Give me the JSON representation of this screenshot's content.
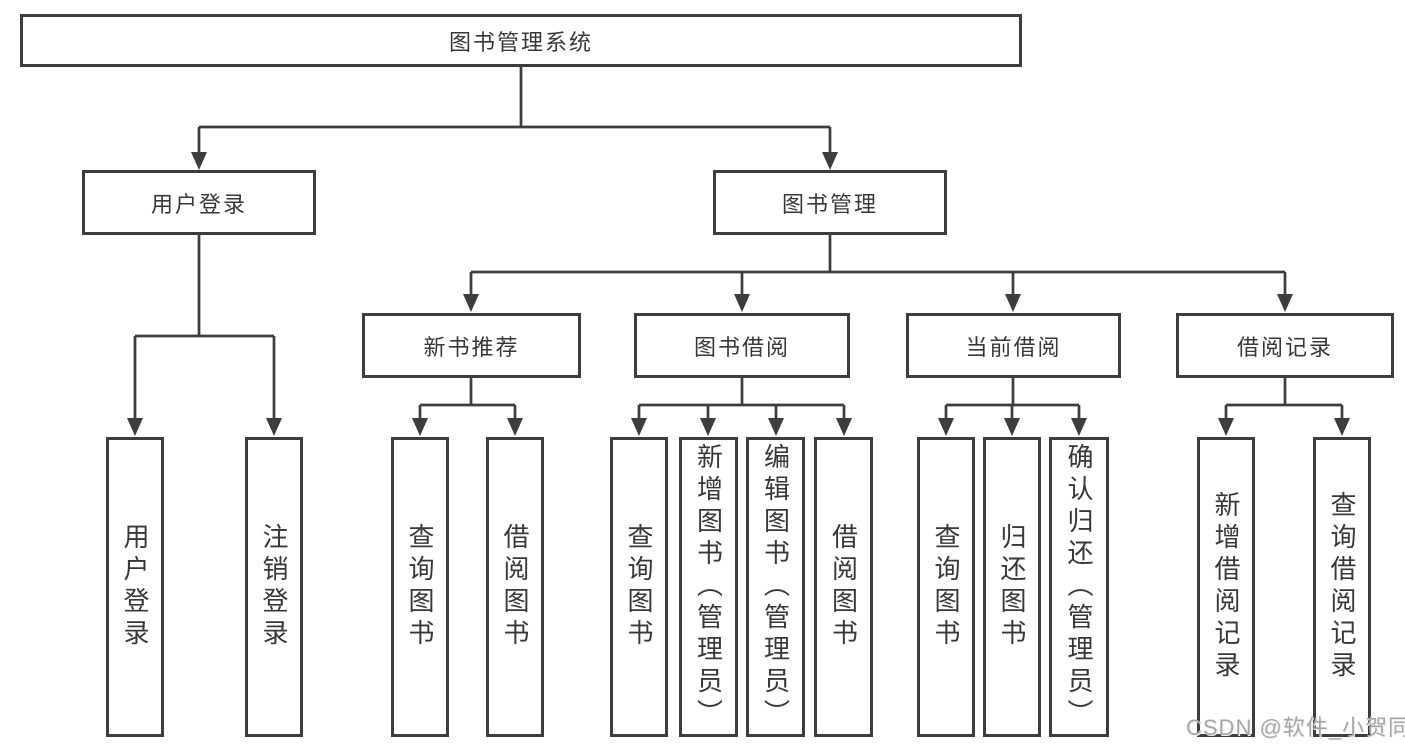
{
  "diagram": {
    "root_label": "图书管理系统",
    "level2": [
      {
        "label": "用户登录"
      },
      {
        "label": "图书管理"
      }
    ],
    "level3": [
      {
        "label": "新书推荐"
      },
      {
        "label": "图书借阅"
      },
      {
        "label": "当前借阅"
      },
      {
        "label": "借阅记录"
      }
    ],
    "leaf_groups": {
      "user_login": {
        "items": [
          "用户登录",
          "注销登录"
        ]
      },
      "new_book_rec": {
        "items": [
          "查询图书",
          "借阅图书"
        ]
      },
      "book_borrowing": {
        "items": [
          "查询图书",
          "新增图书（管理员）",
          "编辑图书（管理员）",
          "借阅图书"
        ]
      },
      "current_borrowing": {
        "items": [
          "查询图书",
          "归还图书",
          "确认归还（管理员）"
        ]
      },
      "borrowing_records": {
        "items": [
          "新增借阅记录",
          "查询借阅记录"
        ]
      }
    },
    "watermark": "CSDN @软件_小贺同学",
    "colors": {
      "line": "#3d3d3d",
      "text": "#383838",
      "background": "#ffffff",
      "watermark": "#a6a6a6"
    }
  }
}
